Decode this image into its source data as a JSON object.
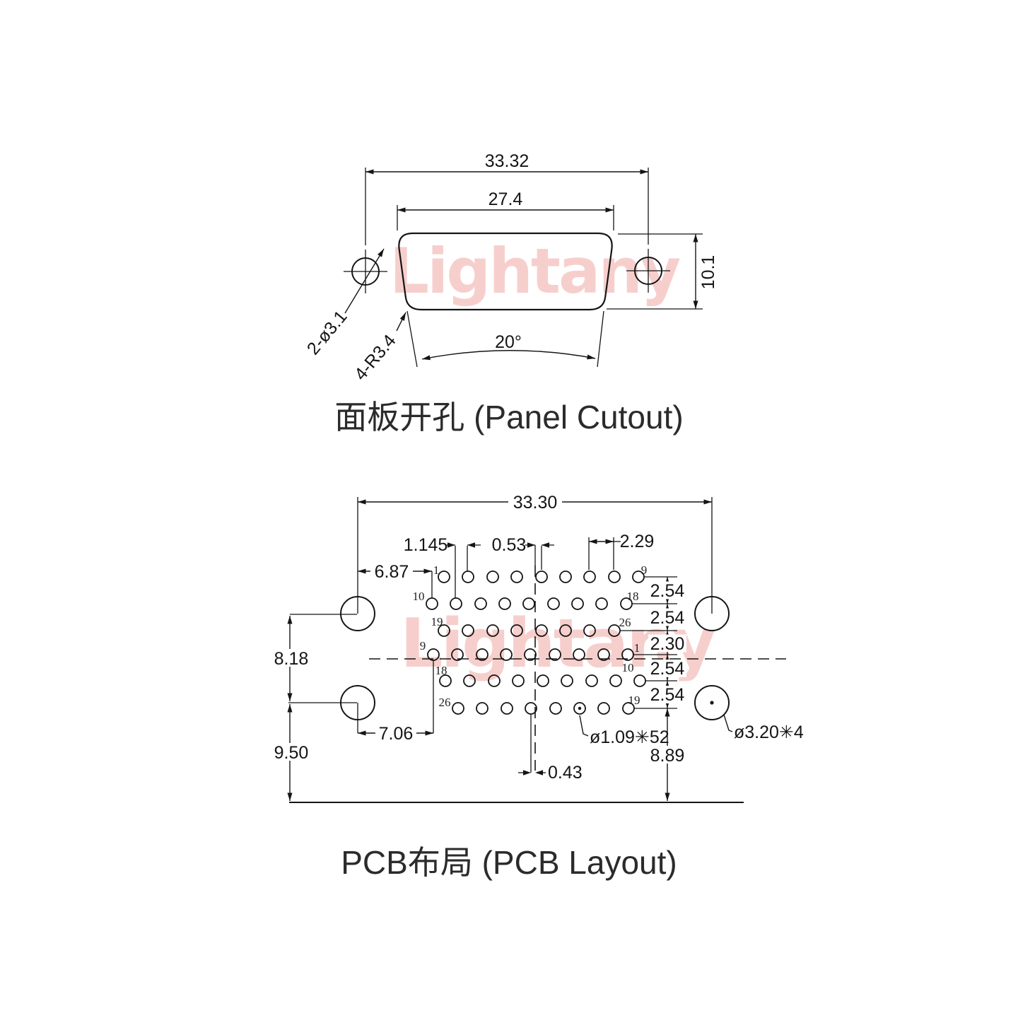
{
  "panel_cutout": {
    "title": "面板开孔 (Panel Cutout)",
    "outer_hole_span": "33.32",
    "cutout_width": "27.4",
    "cutout_height": "10.1",
    "mount_holes": "2-ø3.1",
    "corner_radius": "4-R3.4",
    "side_angle": "20°"
  },
  "pcb_layout": {
    "title": "PCB布局 (PCB Layout)",
    "mount_hole_span": "33.30",
    "row_offset": "1.145",
    "center_offset": "0.53",
    "pin_pitch": "2.29",
    "left_offset": "6.87",
    "row_gaps": [
      "2.54",
      "2.54",
      "2.30",
      "2.54",
      "2.54"
    ],
    "mount_row_gap": "8.18",
    "bottom_left_height": "9.50",
    "lower_left_offset": "7.06",
    "bottom_center_offset": "0.43",
    "bottom_right_height": "8.89",
    "pin_hole_spec": "ø1.09✳52",
    "mount_hole_spec": "ø3.20✳4",
    "pins": {
      "upper_left": [
        "1",
        "10",
        "19"
      ],
      "upper_right": [
        "9",
        "18",
        "26"
      ],
      "lower_left": [
        "9",
        "18",
        "26"
      ],
      "lower_right": [
        "1",
        "10",
        "19"
      ]
    }
  },
  "watermark": "Lightany"
}
